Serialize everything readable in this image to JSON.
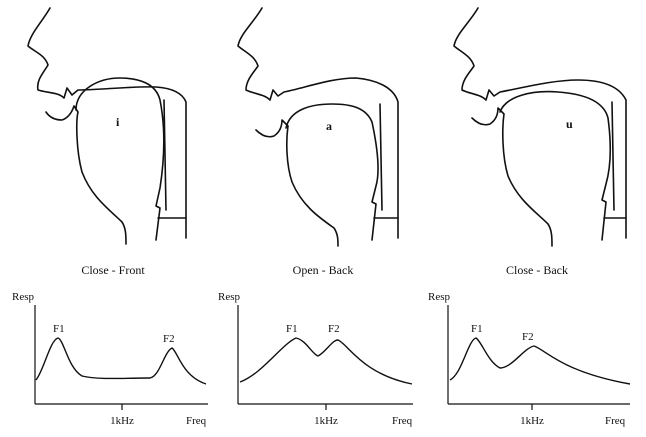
{
  "panels": [
    {
      "id": "close-front",
      "vowel": "i",
      "caption": "Close - Front",
      "chart": {
        "ylabel": "Resp",
        "xlabel": "Freq",
        "tick": "1kHz",
        "formant_1": "F1",
        "formant_2": "F2"
      }
    },
    {
      "id": "open-back",
      "vowel": "a",
      "caption": "Open - Back",
      "chart": {
        "ylabel": "Resp",
        "xlabel": "Freq",
        "tick": "1kHz",
        "formant_1": "F1",
        "formant_2": "F2"
      }
    },
    {
      "id": "close-back",
      "vowel": "u",
      "caption": "Close - Back",
      "chart": {
        "ylabel": "Resp",
        "xlabel": "Freq",
        "tick": "1kHz",
        "formant_1": "F1",
        "formant_2": "F2"
      }
    }
  ]
}
